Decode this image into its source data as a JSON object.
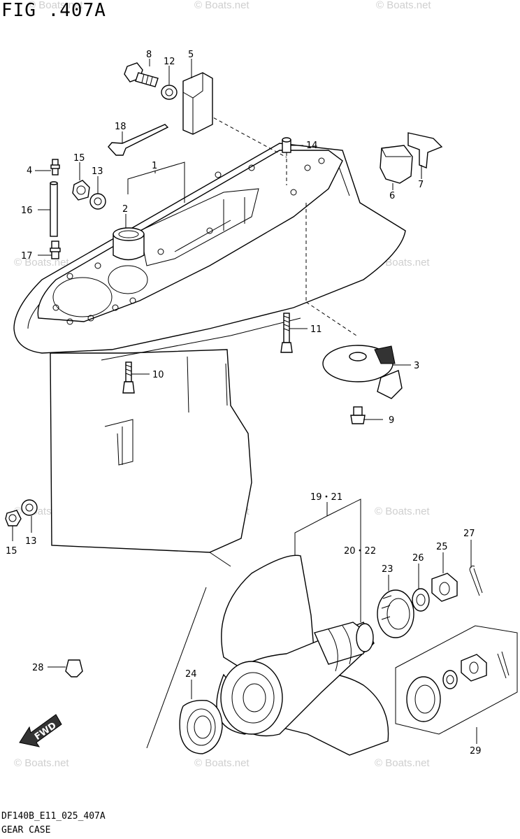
{
  "figure_title": "FIG .407A",
  "footer": {
    "code": "DF140B_E11_025_407A",
    "name": "GEAR CASE"
  },
  "watermark": "© Boats.net",
  "fwd_label": "FWD",
  "callouts": {
    "c1": "1",
    "c2": "2",
    "c3": "3",
    "c4": "4",
    "c5": "5",
    "c6": "6",
    "c7": "7",
    "c8": "8",
    "c9": "9",
    "c10": "10",
    "c11": "11",
    "c12": "12",
    "c13a": "13",
    "c13b": "13",
    "c14": "14",
    "c15a": "15",
    "c15b": "15",
    "c16": "16",
    "c17": "17",
    "c18": "18",
    "c19_21": "19・21",
    "c20_22": "20・22",
    "c23": "23",
    "c24": "24",
    "c25": "25",
    "c26": "26",
    "c27": "27",
    "c28": "28",
    "c29": "29"
  }
}
